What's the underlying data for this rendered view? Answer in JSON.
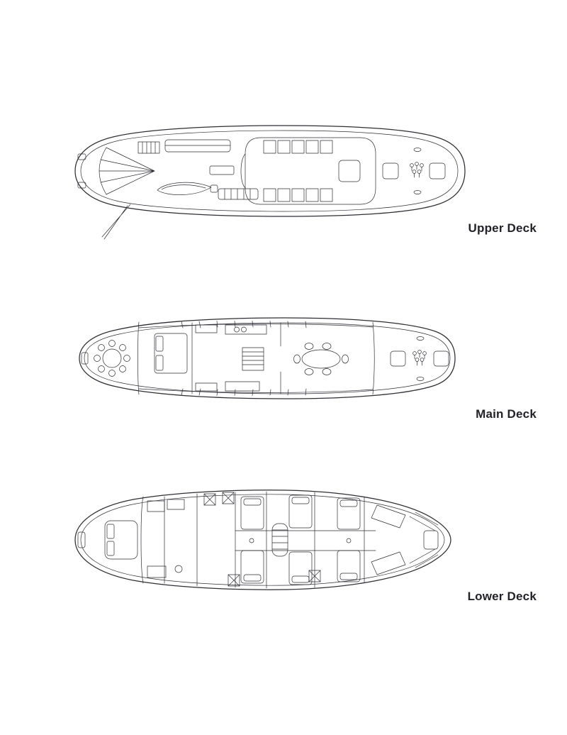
{
  "page": {
    "background": "#ffffff",
    "line_color": "#2e2e34",
    "label_color": "#222228"
  },
  "decks": [
    {
      "id": "upper-deck",
      "label": "Upper Deck"
    },
    {
      "id": "main-deck",
      "label": "Main Deck"
    },
    {
      "id": "lower-deck",
      "label": "Lower Deck"
    }
  ]
}
